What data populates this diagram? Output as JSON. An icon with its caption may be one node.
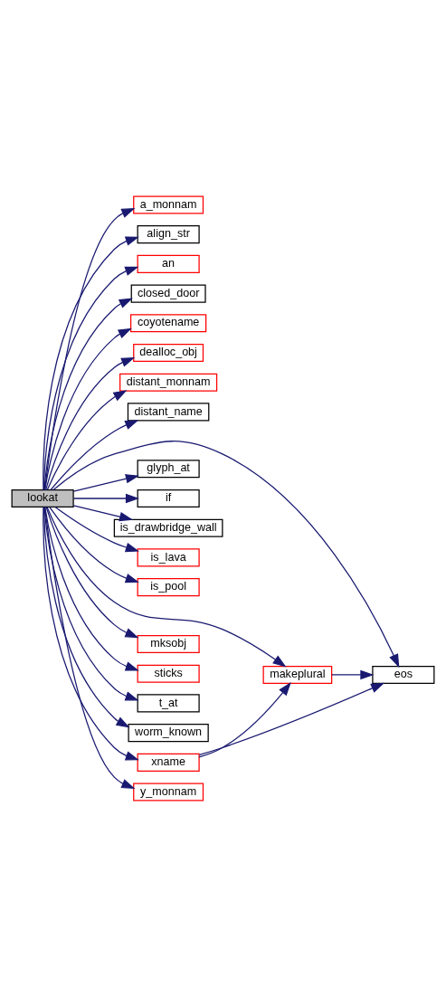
{
  "diagram": {
    "nodes": [
      {
        "text": [
          "lookat"
        ]
      },
      {
        "text": [
          "a_monnam"
        ]
      },
      {
        "text": [
          "align_str"
        ]
      },
      {
        "text": [
          "an"
        ]
      },
      {
        "text": [
          "closed_door"
        ]
      },
      {
        "text": [
          "coyotename"
        ]
      },
      {
        "text": [
          "dealloc_obj"
        ]
      },
      {
        "text": [
          "distant_monnam"
        ]
      },
      {
        "text": [
          "distant_name"
        ]
      },
      {
        "text": [
          "eos"
        ]
      },
      {
        "text": [
          "glyph_at"
        ]
      },
      {
        "text": [
          "if"
        ]
      },
      {
        "text": [
          "is_drawbridge_wall"
        ]
      },
      {
        "text": [
          "is_lava"
        ]
      },
      {
        "text": [
          "is_pool"
        ]
      },
      {
        "text": [
          "makeplural"
        ]
      },
      {
        "text": [
          "mksobj"
        ]
      },
      {
        "text": [
          "sticks"
        ]
      },
      {
        "text": [
          "t_at"
        ]
      },
      {
        "text": [
          "worm_known"
        ]
      },
      {
        "text": [
          "xname"
        ]
      },
      {
        "text": [
          "y_monnam"
        ]
      }
    ],
    "edges": [
      {
        "from": 0,
        "to": 1,
        "arrow": "to"
      },
      {
        "from": 0,
        "to": 2,
        "arrow": "to"
      },
      {
        "from": 0,
        "to": 3,
        "arrow": "to"
      },
      {
        "from": 0,
        "to": 4,
        "arrow": "to"
      },
      {
        "from": 0,
        "to": 5,
        "arrow": "to"
      },
      {
        "from": 0,
        "to": 6,
        "arrow": "to"
      },
      {
        "from": 0,
        "to": 7,
        "arrow": "to"
      },
      {
        "from": 0,
        "to": 8,
        "arrow": "to"
      },
      {
        "from": 0,
        "to": 9,
        "arrow": "to"
      },
      {
        "from": 0,
        "to": 10,
        "arrow": "to"
      },
      {
        "from": 0,
        "to": 11,
        "arrow": "to"
      },
      {
        "from": 0,
        "to": 12,
        "arrow": "to"
      },
      {
        "from": 0,
        "to": 13,
        "arrow": "to"
      },
      {
        "from": 0,
        "to": 14,
        "arrow": "to"
      },
      {
        "from": 0,
        "to": 15,
        "arrow": "to"
      },
      {
        "from": 0,
        "to": 16,
        "arrow": "to"
      },
      {
        "from": 0,
        "to": 17,
        "arrow": "to"
      },
      {
        "from": 0,
        "to": 18,
        "arrow": "to"
      },
      {
        "from": 0,
        "to": 19,
        "arrow": "to"
      },
      {
        "from": 0,
        "to": 20,
        "arrow": "to"
      },
      {
        "from": 0,
        "to": 21,
        "arrow": "to"
      },
      {
        "from": 15,
        "to": 9,
        "arrow": "to"
      },
      {
        "from": 20,
        "to": 9,
        "arrow": "to"
      },
      {
        "from": 20,
        "to": 15,
        "arrow": "to"
      }
    ]
  }
}
